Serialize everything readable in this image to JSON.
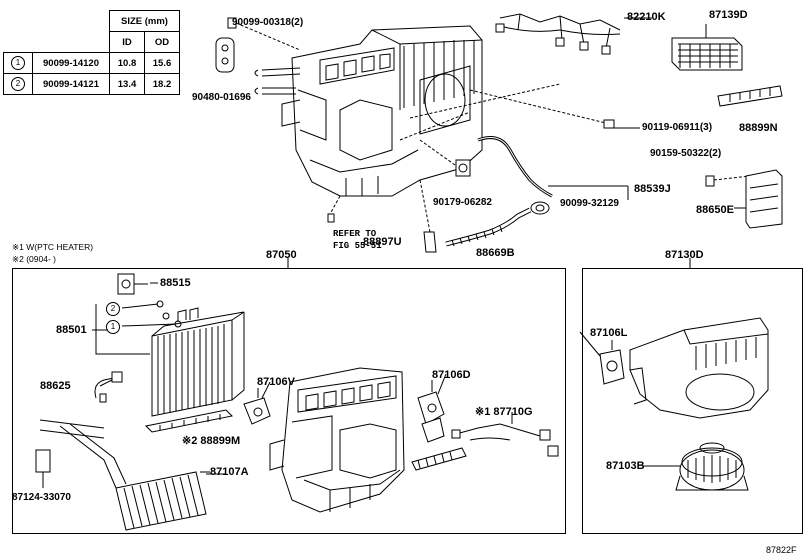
{
  "size_table": {
    "header": "SIZE (mm)",
    "col_id": "ID",
    "col_od": "OD",
    "rows": [
      {
        "mark": "1",
        "part": "90099-14120",
        "id": "10.8",
        "od": "15.6"
      },
      {
        "mark": "2",
        "part": "90099-14121",
        "id": "13.4",
        "od": "18.2"
      }
    ]
  },
  "notes": {
    "note1": "※1 W(PTC HEATER)",
    "note2": "※2 (0904-     )"
  },
  "refer": {
    "line1": "REFER TO",
    "line2": "FIG 55-51"
  },
  "group_labels": {
    "left": "87050",
    "right": "87130D"
  },
  "part_labels": {
    "p90099_00318": "90099-00318(2)",
    "p82210K": "82210K",
    "p87139D": "87139D",
    "p90480_01696": "90480-01696",
    "p88899N": "88899N",
    "p90119_06911": "90119-06911(3)",
    "p90159_50322": "90159-50322(2)",
    "p88539J": "88539J",
    "p90179_06282": "90179-06282",
    "p90099_32129": "90099-32129",
    "p88650E": "88650E",
    "p88897U": "88897U",
    "p88669B": "88669B",
    "p88515": "88515",
    "p88501": "88501",
    "p88625": "88625",
    "p87106V": "87106V",
    "p87106D": "87106D",
    "p88899M": "※2 88899M",
    "p87710G": "※1 87710G",
    "p87107A": "87107A",
    "p87124_33070": "87124-33070",
    "p87106L": "87106L",
    "p87103B": "87103B",
    "circle1": "1",
    "circle2": "2"
  },
  "figure_id": "87822F"
}
